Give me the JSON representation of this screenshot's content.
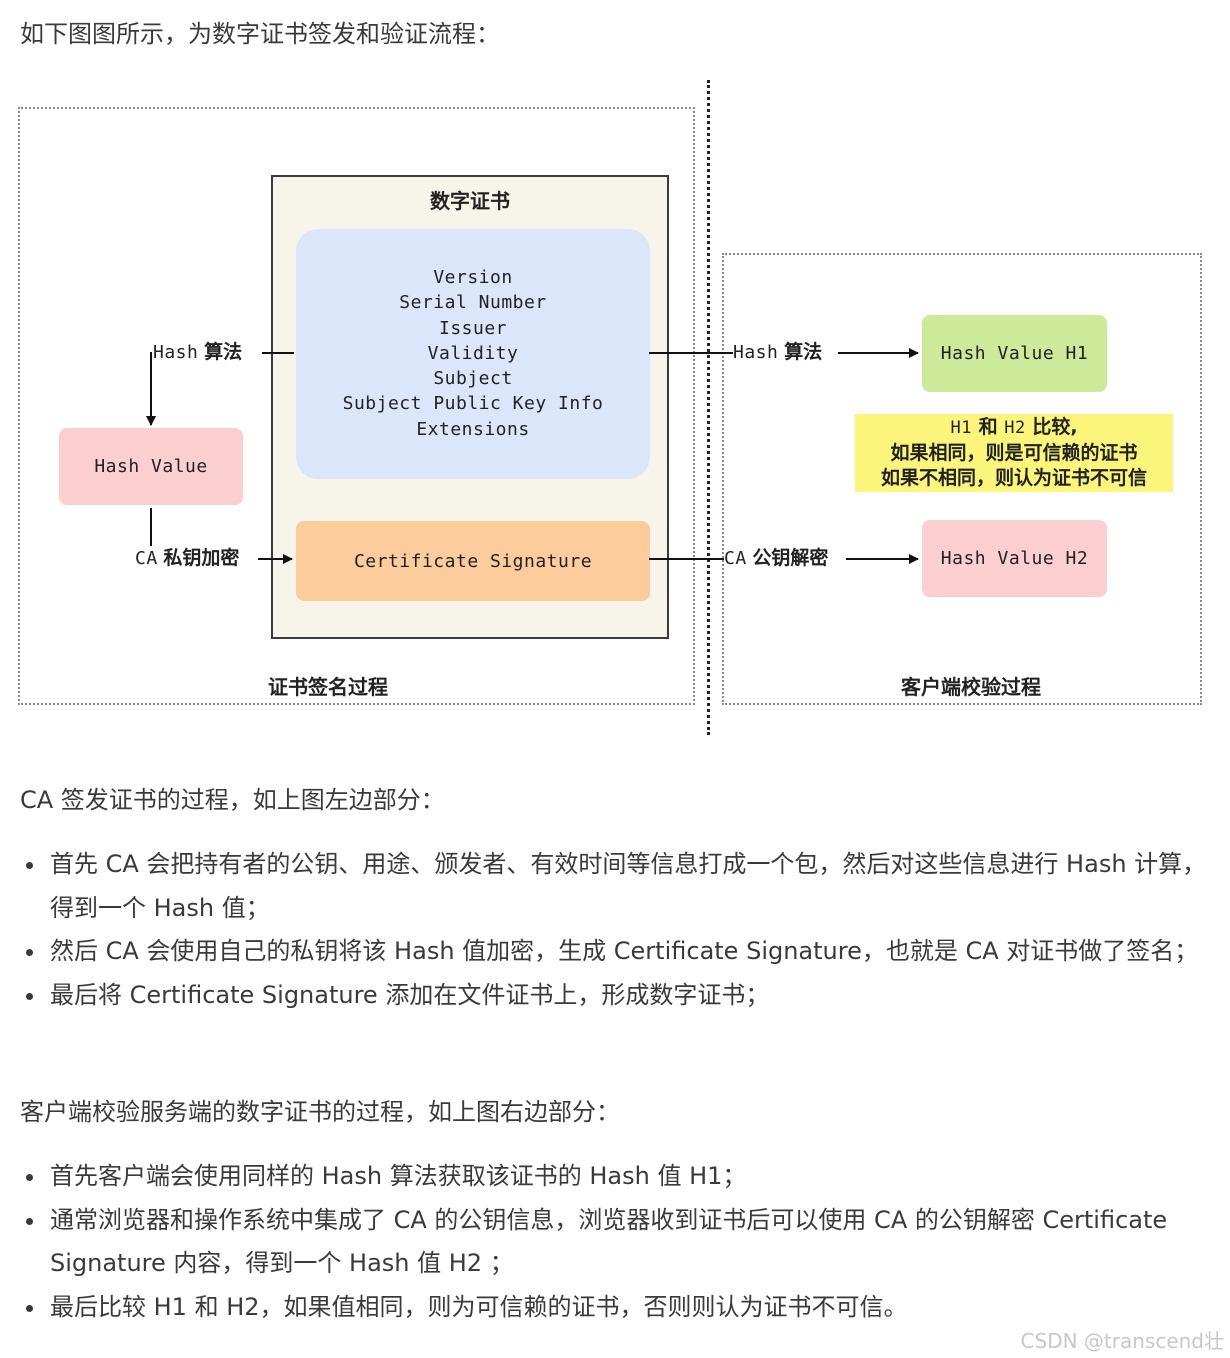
{
  "intro": "如下图图所示，为数字证书签发和验证流程：",
  "diagram": {
    "certificate_title": "数字证书",
    "certificate_fields": [
      "Version",
      "Serial Number",
      "Issuer",
      "Validity",
      "Subject",
      "Subject Public Key Info",
      "Extensions"
    ],
    "signature_box": "Certificate Signature",
    "left_hash_label": {
      "code": "Hash",
      "text": "算法"
    },
    "hash_value_box": "Hash Value",
    "private_key_label": {
      "code": "CA",
      "text": "私钥加密"
    },
    "left_section_title": "证书签名过程",
    "right_hash_label": {
      "code": "Hash",
      "text": "算法"
    },
    "h1_box": "Hash Value H1",
    "public_key_label": {
      "code": "CA",
      "text": "公钥解密"
    },
    "h2_box": "Hash Value H2",
    "note": {
      "line1_code_a": "H1",
      "line1_text_a": "和",
      "line1_code_b": "H2",
      "line1_text_b": "比较,",
      "line2": "如果相同，则是可信赖的证书",
      "line3": "如果不相同，则认为证书不可信"
    },
    "right_section_title": "客户端校验过程",
    "colors": {
      "certificate_bg": "#f7f4ea",
      "fields_bg": "#dbe6fb",
      "signature_bg": "#fccc9c",
      "hash_value_bg": "#fbcfd0",
      "h1_bg": "#cde99a",
      "h2_bg": "#fbcfd0",
      "note_bg": "#fcf57b"
    }
  },
  "section1": {
    "heading": "CA 签发证书的过程，如上图左边部分：",
    "items": [
      "首先 CA 会把持有者的公钥、用途、颁发者、有效时间等信息打成一个包，然后对这些信息进行 Hash 计算，得到一个 Hash 值；",
      "然后 CA 会使用自己的私钥将该 Hash 值加密，生成 Certificate Signature，也就是 CA 对证书做了签名；",
      "最后将 Certificate Signature 添加在文件证书上，形成数字证书；"
    ]
  },
  "section2": {
    "heading": "客户端校验服务端的数字证书的过程，如上图右边部分：",
    "items": [
      "首先客户端会使用同样的 Hash 算法获取该证书的 Hash 值 H1；",
      "通常浏览器和操作系统中集成了 CA 的公钥信息，浏览器收到证书后可以使用 CA 的公钥解密 Certificate Signature 内容，得到一个 Hash 值 H2 ；",
      "最后比较 H1 和 H2，如果值相同，则为可信赖的证书，否则则认为证书不可信。"
    ]
  },
  "watermark": "CSDN @transcend壮"
}
